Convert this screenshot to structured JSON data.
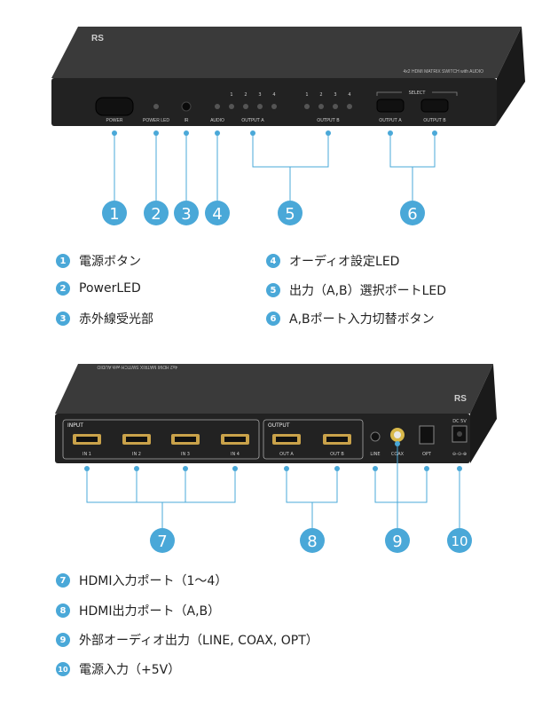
{
  "colors": {
    "accent": "#4aa8d8",
    "device_body": "#2b2b2b",
    "device_face": "#1c1c1c",
    "hdmi_gold": "#c9a24a",
    "text": "#222222"
  },
  "front": {
    "model_label": "4x2 HDMI MATRIX SWITCH with AUDIO",
    "select_label": "SELECT",
    "led_numbers": [
      "1",
      "2",
      "3",
      "4"
    ],
    "labels": {
      "power": "POWER",
      "power_led": "POWER LED",
      "ir": "IR",
      "audio": "AUDIO",
      "output_a": "OUTPUT A",
      "output_b": "OUTPUT B",
      "btn_output_a": "OUTPUT A",
      "btn_output_b": "OUTPUT B"
    }
  },
  "rear": {
    "model_label": "4x2 HDMI MATRIX SWITCH with AUDIO",
    "input_title": "INPUT",
    "output_title": "OUTPUT",
    "inputs": [
      "IN 1",
      "IN 2",
      "IN 3",
      "IN 4"
    ],
    "outputs": [
      "OUT A",
      "OUT B"
    ],
    "audio_ports": [
      "LINE",
      "COAX",
      "OPT"
    ],
    "dc_label": "DC 5V"
  },
  "callouts": {
    "front": [
      "1",
      "2",
      "3",
      "4",
      "5",
      "6"
    ],
    "rear": [
      "7",
      "8",
      "9",
      "10"
    ]
  },
  "legend": {
    "front": [
      {
        "num": "1",
        "text": "電源ボタン"
      },
      {
        "num": "2",
        "text": "PowerLED"
      },
      {
        "num": "3",
        "text": "赤外線受光部"
      },
      {
        "num": "4",
        "text": "オーディオ設定LED"
      },
      {
        "num": "5",
        "text": "出力（A,B）選択ポートLED"
      },
      {
        "num": "6",
        "text": "A,Bポート入力切替ボタン"
      }
    ],
    "rear": [
      {
        "num": "7",
        "text": "HDMI入力ポート（1〜4）"
      },
      {
        "num": "8",
        "text": "HDMI出力ポート（A,B）"
      },
      {
        "num": "9",
        "text": "外部オーディオ出力（LINE, COAX, OPT）"
      },
      {
        "num": "10",
        "text": "電源入力（+5V）"
      }
    ]
  }
}
